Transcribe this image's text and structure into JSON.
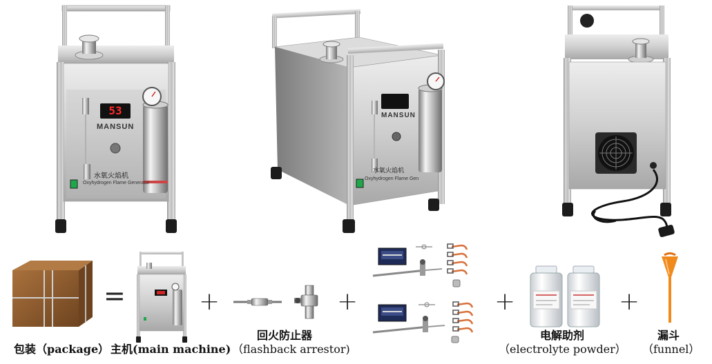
{
  "machine": {
    "display_reading": "53",
    "brand": "MANSUN",
    "label_cn": "水氧火焰机",
    "label_en": "Oxyhydrogen Flame Generator",
    "label_en_side": "Oxyhydrogen Flame Gen"
  },
  "operators": {
    "equals": "=",
    "plus": "+"
  },
  "captions": {
    "package": "包装（package）",
    "main_machine": "主机(main machine)",
    "arrestor_cn": "回火防止器",
    "arrestor_en": "（flashback arrestor)",
    "electrolyte_cn": "电解助剂",
    "electrolyte_en": "（electrolyte powder）",
    "funnel_cn": "漏斗",
    "funnel_en": "（funnel）"
  },
  "colors": {
    "steel_light": "#e8e8e8",
    "steel_dark": "#9a9a9a",
    "display_red": "#ff2a2a",
    "switch_green": "#1fa84a",
    "box_brown": "#8a5a2e",
    "funnel_orange": "#f08a1c",
    "nozzle_copper": "#d8703a"
  }
}
